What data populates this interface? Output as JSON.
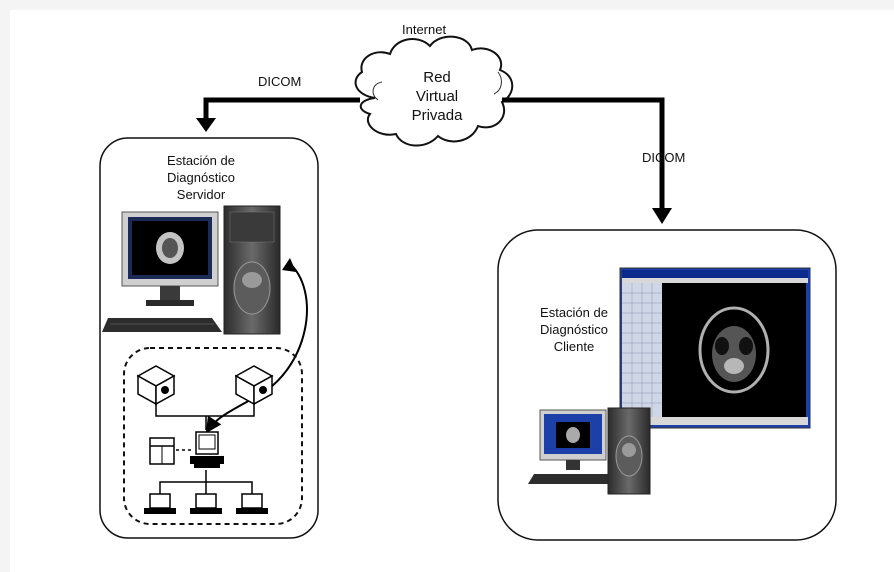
{
  "internet_label": "Internet",
  "cloud": {
    "line1": "Red",
    "line2": "Virtual",
    "line3": "Privada"
  },
  "links": {
    "left_protocol": "DICOM",
    "right_protocol": "DICOM"
  },
  "server_station": {
    "line1": "Estación de",
    "line2": "Diagnóstico",
    "line3": "Servidor"
  },
  "client_station": {
    "line1": "Estación de",
    "line2": "Diagnóstico",
    "line3": "Cliente"
  },
  "colors": {
    "line": "#000000",
    "monitor_blue": "#1d3fa8",
    "tower_gray": "#4a4a4a"
  }
}
